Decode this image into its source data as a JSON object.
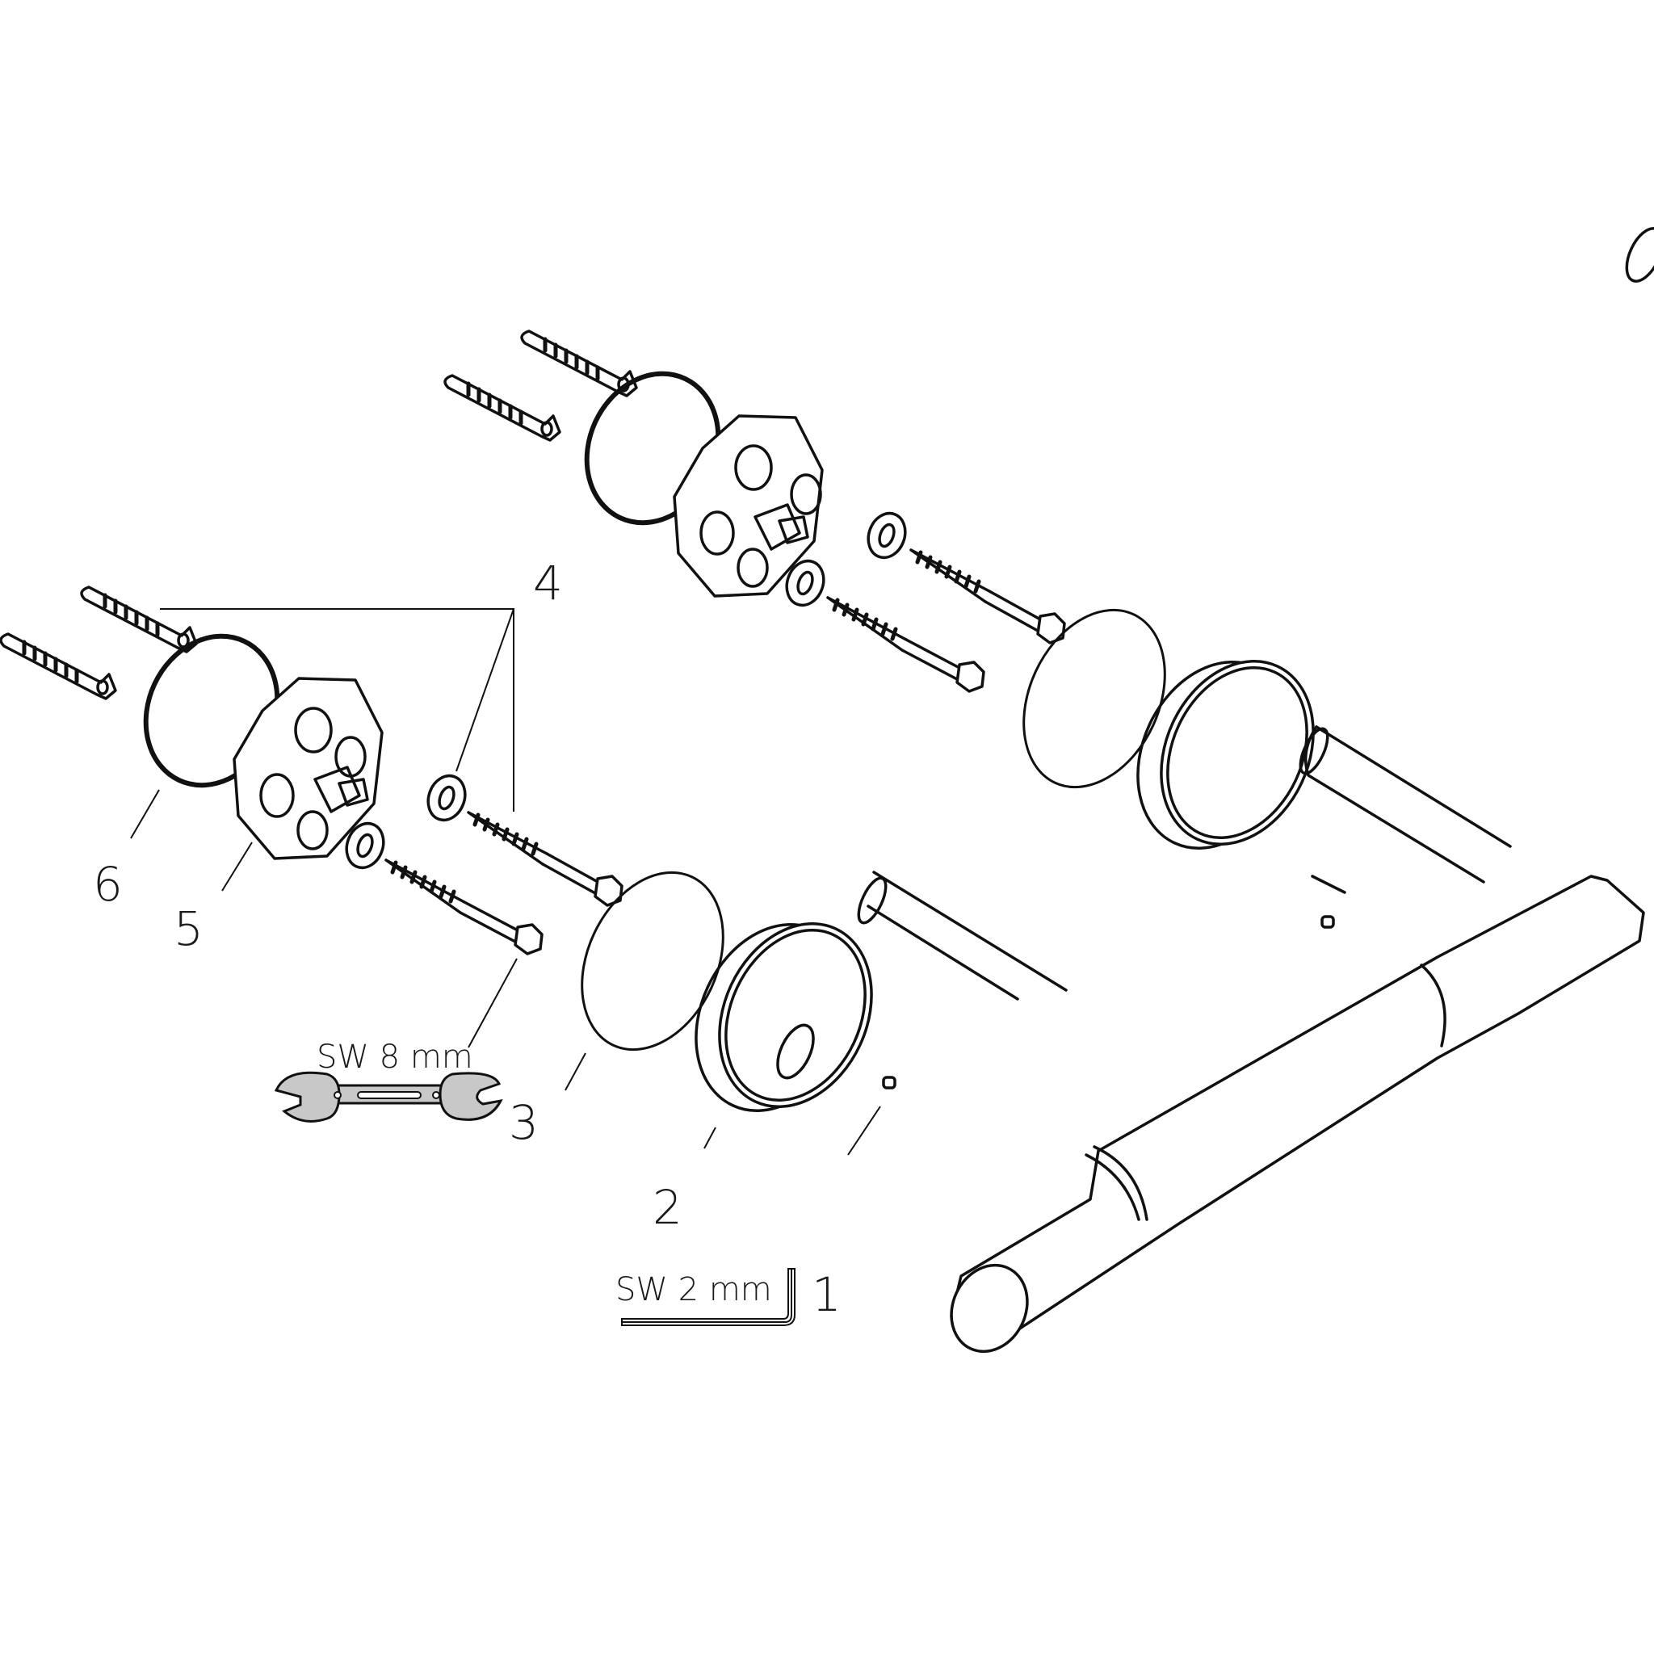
{
  "diagram": {
    "type": "exploded-assembly-view",
    "subject": "wall-mounted grab bar / handle",
    "parts": [
      {
        "id": "1",
        "label": "1",
        "name": "set screw"
      },
      {
        "id": "2",
        "label": "2",
        "name": "wall rosette cover"
      },
      {
        "id": "3",
        "label": "3",
        "name": "disc gasket"
      },
      {
        "id": "4",
        "label": "4",
        "name": "screws and washers"
      },
      {
        "id": "5",
        "label": "5",
        "name": "mounting plate"
      },
      {
        "id": "6",
        "label": "6",
        "name": "o-ring"
      }
    ],
    "tools": [
      {
        "name": "open-end wrench",
        "label": "SW 8 mm",
        "color": "#c8c8c8"
      },
      {
        "name": "allen key",
        "label": "SW 2 mm"
      }
    ],
    "colors": {
      "line": "#111111",
      "background": "#ffffff",
      "tool_fill": "#c8c8c8"
    }
  }
}
